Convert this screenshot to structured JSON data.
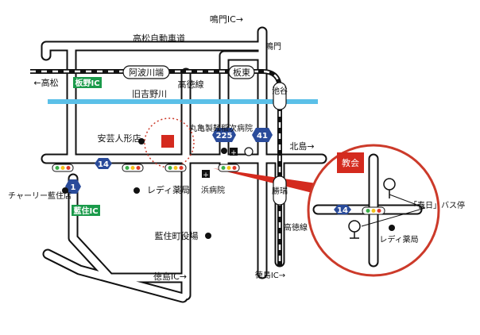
{
  "map": {
    "roads": {
      "expressway": "高松自動車道",
      "asagawabata": "阿波川端",
      "koutoku_line": "高徳線",
      "bando": "板東",
      "ikenotani": "池谷",
      "kyuyoshino": "旧吉野川",
      "koutoku_line_v": "高徳線",
      "tokushima_ic": "徳島IC→",
      "takamatsu": "←高松",
      "naruto_ic": "鳴門IC→",
      "naruto_v": "鳴門",
      "kitajima": "北島→"
    },
    "ic": {
      "itano": "板野IC",
      "aizumi": "藍住IC"
    },
    "route_numbers": {
      "r14": "14",
      "r1": "1",
      "r225": "225",
      "r41": "41",
      "r14_inset": "14"
    },
    "places": {
      "aki_ningyo": "安芸人形店",
      "marugame": "丸亀製麺",
      "inatsugu": "稲次病院",
      "redi_pharmacy": "レディ薬局",
      "hama_hospital": "浜病院",
      "cherry_aizumi": "チャーリー藍住店",
      "aizumi_town_office": "藍住町役場",
      "shobata": "勝瑞",
      "church": "教会",
      "kasuga_bus": "「春日」バス停",
      "redi_pharmacy_inset": "レディ薬局"
    },
    "colors": {
      "river": "#5bc0e8",
      "ic_green": "#1a9a4a",
      "route_blue": "#2a4b9a",
      "church_red": "#d42a1e",
      "zoom_circle": "#cc3a2a"
    }
  }
}
